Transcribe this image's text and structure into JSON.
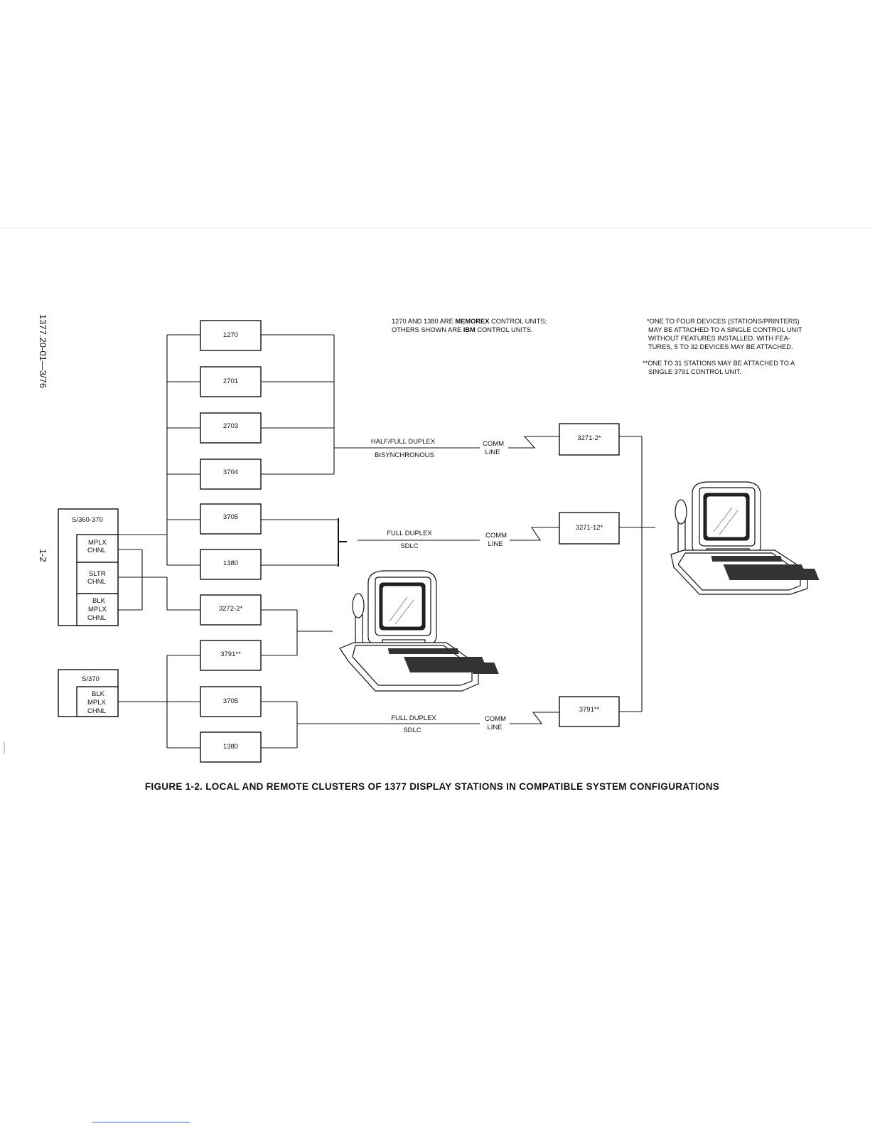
{
  "side_margin": {
    "doc_number": "1377.20-01—3/76",
    "page_number": "1-2"
  },
  "notes": {
    "control_units_line1_a": "1270 AND 1380 ARE ",
    "control_units_line1_b": "MEMOREX",
    "control_units_line1_c": " CONTROL UNITS;",
    "control_units_line2_a": "OTHERS SHOWN ARE ",
    "control_units_line2_b": "IBM",
    "control_units_line2_c": " CONTROL UNITS.",
    "star_note_lines": [
      "*ONE TO FOUR DEVICES (STATIONS/PRINTERS)",
      "MAY BE ATTACHED TO A SINGLE CONTROL UNIT",
      "WITHOUT FEATURES INSTALLED. WITH FEA-",
      "TURES, 5 TO 32 DEVICES MAY BE ATTACHED."
    ],
    "double_star_note_lines": [
      "**ONE TO 31 STATIONS MAY BE ATTACHED TO A",
      "SINGLE 3791 CONTROL UNIT."
    ]
  },
  "hosts": {
    "s360": {
      "title": "S/360-370",
      "channels": [
        [
          "MPLX",
          "CHNL"
        ],
        [
          "SLTR",
          "CHNL"
        ],
        [
          "BLK",
          "MPLX",
          "CHNL"
        ]
      ]
    },
    "s370": {
      "title": "S/370",
      "channels": [
        [
          "BLK",
          "MPLX",
          "CHNL"
        ]
      ]
    }
  },
  "control_units": {
    "cu_1270": "1270",
    "cu_2701": "2701",
    "cu_2703": "2703",
    "cu_3704": "3704",
    "cu_3705a": "3705",
    "cu_1380a": "1380",
    "cu_3272": "3272-2*",
    "cu_3791a": "3791**",
    "cu_3705b": "3705",
    "cu_1380b": "1380"
  },
  "remote_units": {
    "r_3271_2": "3271-2*",
    "r_3271_12": "3271-12*",
    "r_3791": "3791**"
  },
  "links": {
    "link1_top": "HALF/FULL DUPLEX",
    "link1_bottom": "BISYNCHRONOUS",
    "link2_top": "FULL DUPLEX",
    "link2_bottom": "SDLC",
    "link3_top": "FULL DUPLEX",
    "link3_bottom": "SDLC",
    "comm": "COMM",
    "line": "LINE"
  },
  "caption": "FIGURE 1-2.  LOCAL AND REMOTE CLUSTERS OF 1377 DISPLAY STATIONS IN COMPATIBLE SYSTEM CONFIGURATIONS"
}
